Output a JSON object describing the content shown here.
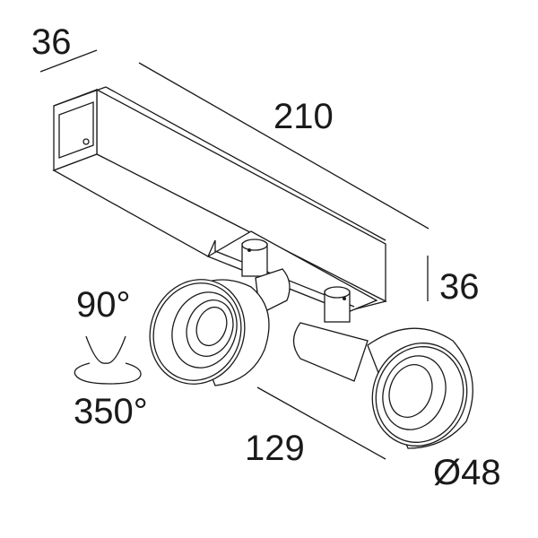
{
  "dimensions": {
    "width": "36",
    "length": "210",
    "height": "36",
    "spot_spacing": "129",
    "diameter": "Ø48"
  },
  "rotation": {
    "tilt": "90°",
    "pan": "350°"
  }
}
